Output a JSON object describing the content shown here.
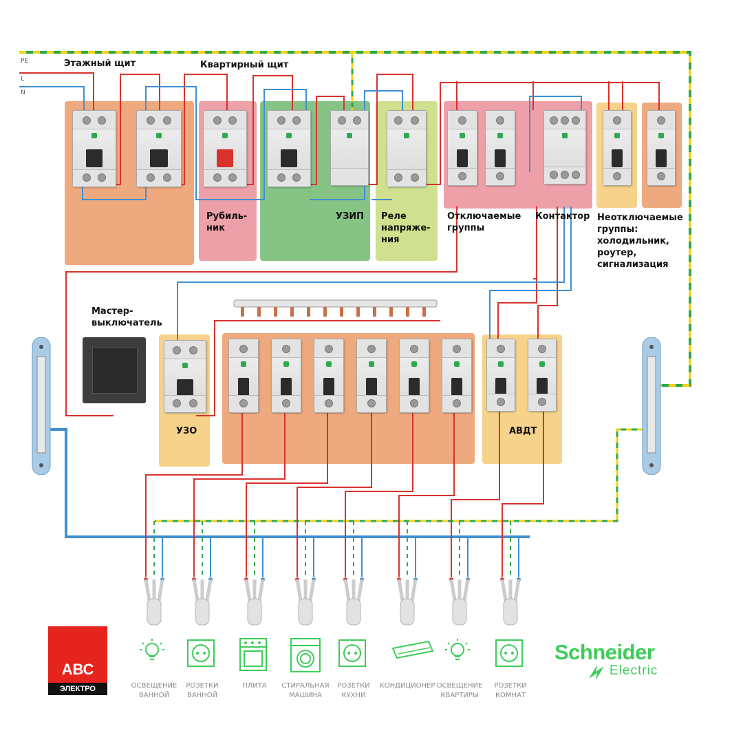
{
  "wires": {
    "pe": "PE",
    "l": "L",
    "n": "N"
  },
  "labels": {
    "floor_panel": "Этажный щит",
    "apartment_panel": "Квартирный щит",
    "switch_disconnector": "Рубиль-\nник",
    "spd": "УЗИП",
    "voltage_relay": "Реле\nнапряже-\nния",
    "switchable_groups": "Отключаемые\nгруппы",
    "contactor": "Контактор",
    "non_switchable_groups": "Неотключаемые\nгруппы:\nхолодильник,\nроутер,\nсигнализация",
    "master_switch": "Мастер-\nвыключатель",
    "rcd": "УЗО",
    "rcbo": "АВДТ"
  },
  "loads": [
    {
      "icon": "lamp-icon",
      "caption": "ОСВЕЩЕНИЕ\nВАННОЙ"
    },
    {
      "icon": "socket-icon",
      "caption": "РОЗЕТКИ\nВАННОЙ"
    },
    {
      "icon": "stove-icon",
      "caption": "ПЛИТА"
    },
    {
      "icon": "washing-machine-icon",
      "caption": "СТИРАЛЬНАЯ\nМАШИНА"
    },
    {
      "icon": "socket-icon",
      "caption": "РОЗЕТКИ\nКУХНИ"
    },
    {
      "icon": "air-conditioner-icon",
      "caption": "КОНДИЦИОНЕР"
    },
    {
      "icon": "lamp-icon",
      "caption": "ОСВЕЩЕНИЕ\nКВАРТИРЫ"
    },
    {
      "icon": "socket-icon",
      "caption": "РОЗЕТКИ\nКОМНАТ"
    }
  ],
  "brands": {
    "abc_main": "АВС",
    "abc_sub": "ЭЛЕКТРО",
    "schneider_1": "Schneider",
    "schneider_2": "Electric"
  },
  "colors": {
    "phase": "#d8322c",
    "neutral": "#3f8fd0",
    "pe_yellow": "#f2d21b",
    "pe_green": "#2fa84f",
    "zone_orange": "#eeaa7e",
    "zone_pink": "#eea0a8",
    "zone_green": "#86c486",
    "zone_lime": "#cfe08e",
    "zone_peach": "#f6d28a",
    "brand_green": "#3dcd58",
    "abc_red": "#e5241e"
  }
}
